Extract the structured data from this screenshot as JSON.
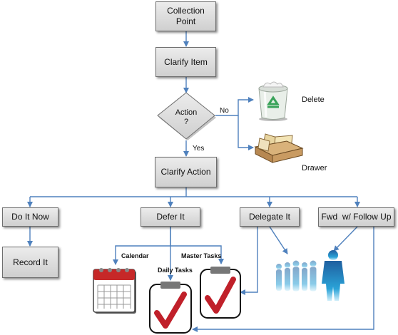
{
  "nodes": {
    "collection": "Collection\nPoint",
    "clarify_item": "Clarify Item",
    "action": "Action\n?",
    "clarify_action": "Clarify Action",
    "do_it_now": "Do It Now",
    "defer_it": "Defer It",
    "delegate_it": "Delegate It",
    "fwd_follow_up": "Fwd  w/ Follow Up",
    "record_it": "Record It"
  },
  "edge_labels": {
    "no": "No",
    "yes": "Yes"
  },
  "outcomes": {
    "delete": "Delete",
    "drawer": "Drawer"
  },
  "tools": {
    "calendar": "Calendar",
    "daily_tasks": "Daily Tasks",
    "master_tasks": "Master Tasks"
  },
  "colors": {
    "connector": "#4f81bd",
    "box_fill": "#dcdcdc",
    "check": "#c0202a",
    "team": "#1f8fc8"
  },
  "icons": [
    "recycle-bin-icon",
    "drawer-icon",
    "calendar-icon",
    "clipboard-check-icon",
    "people-group-icon"
  ]
}
